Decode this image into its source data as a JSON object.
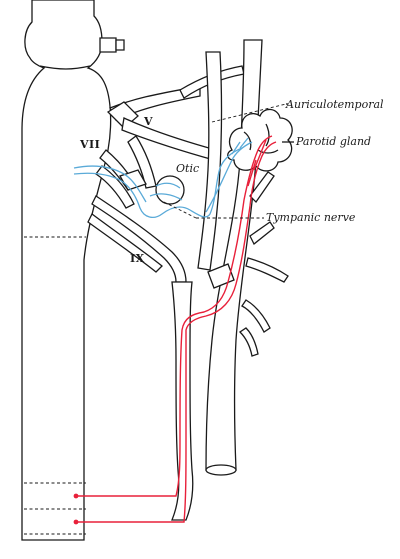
{
  "labels": {
    "auriculotemporal": "Auriculotemporal",
    "parotid_gland": "Parotid gland",
    "otic": "Otic",
    "tympanic_nerve": "Tympanic nerve",
    "nerve_v": "V",
    "nerve_vii": "VII",
    "nerve_ix": "IX"
  },
  "colors": {
    "parasympathetic_preganglionic": "#5aaad8",
    "sympathetic": "#e8203a"
  }
}
